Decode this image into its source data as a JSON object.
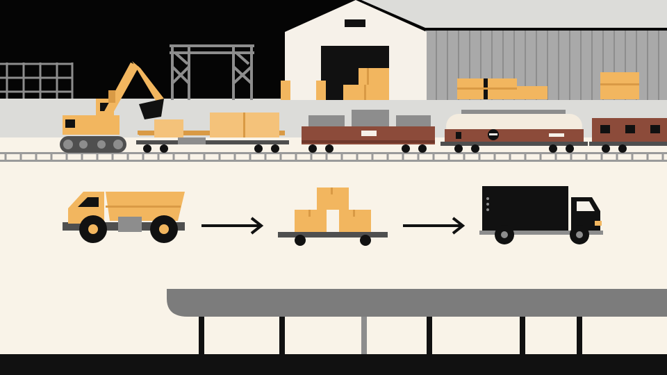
{
  "palette": {
    "sky": "#050505",
    "ground": "#f9f3e8",
    "platform": "#dcdcd9",
    "warehouse_wall": "#f6f1e9",
    "shed_wall": "#a9a9a9",
    "box": "#f2b65f",
    "box_dark": "#d99a45",
    "crate": "#f4c27a",
    "rust": "#8c4b3a",
    "rust_dark": "#6f382b",
    "tank": "#f4ecdf",
    "steel": "#8d8d8d",
    "steel_dark": "#4f4f4f",
    "shelter": "#7c7c7c",
    "black": "#111111",
    "rail": "#9a9a9a"
  },
  "scene": {
    "top_section": [
      "scaffold",
      "gantry-frame",
      "warehouse",
      "corrugated-shed",
      "excavator",
      "flatcar",
      "boxcar",
      "tank-car",
      "caboose"
    ],
    "flow_section": [
      "dump-truck",
      "arrow",
      "cart-with-boxes",
      "arrow",
      "box-truck"
    ],
    "bottom_section": [
      "station-canopy"
    ]
  }
}
